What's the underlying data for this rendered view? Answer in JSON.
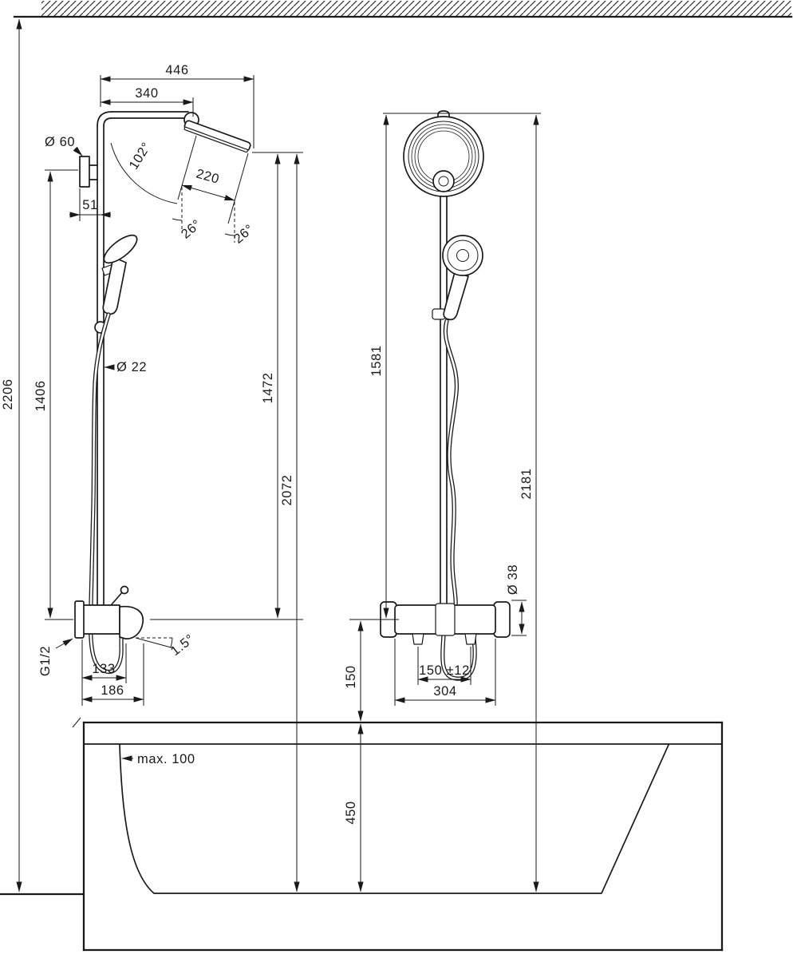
{
  "drawing": {
    "colors": {
      "line": "#1a1a1a",
      "background": "#ffffff"
    },
    "labels": {
      "d446": "446",
      "d340": "340",
      "d60": "Ø 60",
      "a102": "102°",
      "d220": "220",
      "a26a": "26°",
      "a26b": "26°",
      "d51": "51",
      "d22": "Ø 22",
      "d1406": "1406",
      "d2206": "2206",
      "d1472": "1472",
      "d2072": "2072",
      "g12": "G1/2",
      "a15": "1.5°",
      "d133": "133",
      "d186": "186",
      "d1581": "1581",
      "d2181": "2181",
      "d38": "Ø 38",
      "d150pm": "150 ±12",
      "d304": "304",
      "d150": "150",
      "d450": "450",
      "max100": "max. 100"
    }
  }
}
